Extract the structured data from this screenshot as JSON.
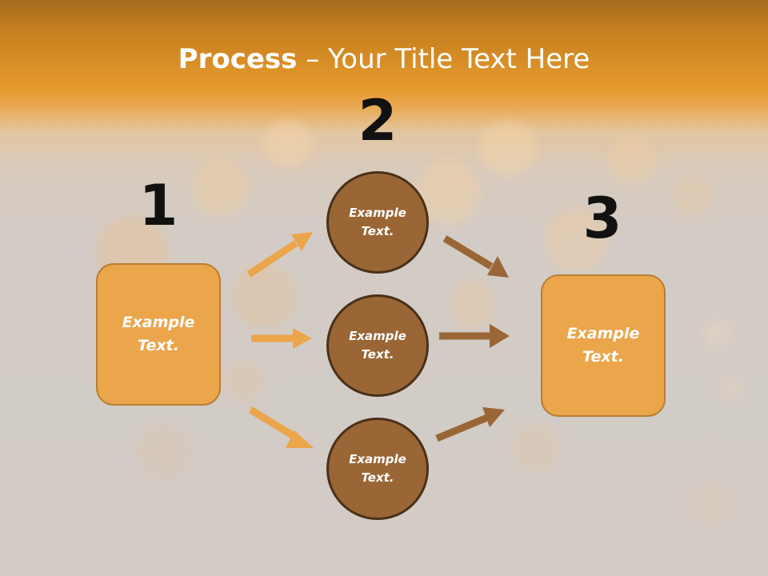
{
  "title": {
    "bold": "Process",
    "separator": " – ",
    "rest": "Your Title Text Here"
  },
  "steps": [
    {
      "number": "1"
    },
    {
      "number": "2"
    },
    {
      "number": "3"
    }
  ],
  "left_box": {
    "text": "Example Text."
  },
  "middle_circles": [
    {
      "text": "Example Text."
    },
    {
      "text": "Example Text."
    },
    {
      "text": "Example Text."
    }
  ],
  "right_box": {
    "text": "Example Text."
  },
  "colors": {
    "header_orange": "#e69a2e",
    "box_fill": "#eba54a",
    "box_border": "#b77d32",
    "circle_fill": "#9a6636",
    "circle_border": "#4a3018",
    "arrow_light": "#eba54a",
    "arrow_dark": "#9a6636",
    "number_color": "#111111"
  }
}
